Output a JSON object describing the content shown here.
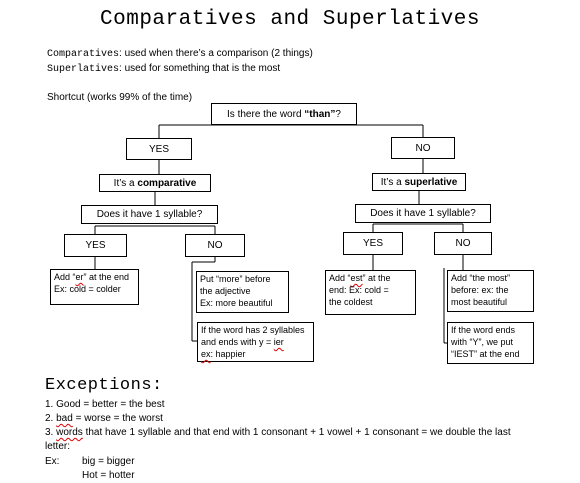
{
  "title": "Comparatives and Superlatives",
  "definitions": [
    {
      "term": "Comparatives",
      "text": ": used when there’s a comparison (2 things)"
    },
    {
      "term": "Superlatives",
      "text": ": used for something that is the most"
    }
  ],
  "shortcut": "Shortcut (works 99% of the time)",
  "flow": {
    "question": {
      "pre": "Is there the word ",
      "bold": "“than”",
      "post": "?"
    },
    "yes": "YES",
    "no": "NO",
    "comparative": {
      "pre": "It’s a ",
      "bold": "comparative"
    },
    "superlative": {
      "pre": "It’s a ",
      "bold": "superlative"
    },
    "syllable_q": "Does it have 1 syllable?",
    "left": {
      "yes_rule": {
        "pre": "Add “",
        "err": "er",
        "post": "” at the end",
        "line2": "Ex: cold = colder"
      },
      "no_rule": [
        "Put “more” before",
        "the adjective",
        "Ex: more beautiful"
      ],
      "no_rule2": {
        "line1": "If the word has 2 syllables",
        "line2_pre": "and ends with y = ",
        "line2_err": "ier",
        "line3_err": "ex",
        "line3_post": ": happier"
      }
    },
    "right": {
      "yes_rule": {
        "pre": "Add “",
        "err": "est",
        "post": "” at the",
        "line2": "end: Ex: cold =",
        "line3": "the coldest"
      },
      "no_rule": [
        "Add “the most”",
        "before:   ex: the",
        "most beautiful"
      ],
      "no_rule2": [
        "If the word ends",
        "with “Y”, we put",
        "“IEST” at the end"
      ]
    }
  },
  "exceptions": {
    "title": "Exceptions:",
    "item1": "1. Good = better = the best",
    "item2_pre": "2. ",
    "item2_err": "bad",
    "item2_post": " = worse = the worst",
    "item3_pre": "3. ",
    "item3_err": "words",
    "item3_post": " that have 1 syllable and that end with 1 consonant + 1 vowel + 1 consonant = we double the last",
    "item3_line2": "letter:",
    "ex_label": "Ex:",
    "ex1": "big = bigger",
    "ex2": "Hot = hotter"
  }
}
